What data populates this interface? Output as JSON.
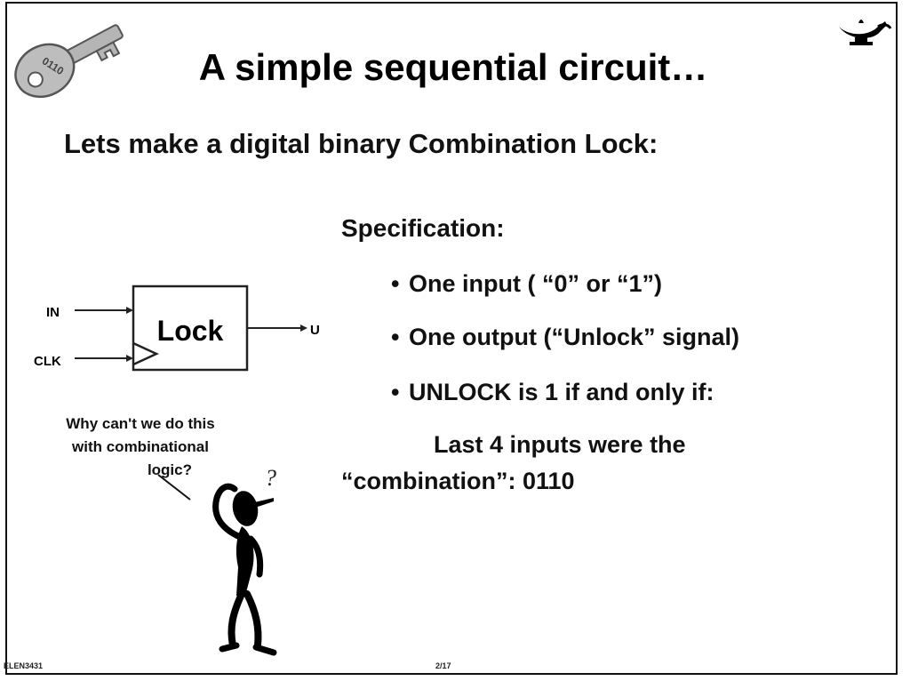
{
  "slide": {
    "title": "A simple sequential circuit…",
    "subtitle": "Lets make a digital binary Combination Lock:",
    "key_label": "0110",
    "specification": {
      "heading": "Specification:",
      "bullet_symbol": "•",
      "bullets": [
        "One input ( “0” or “1”)",
        "One output (“Unlock” signal)",
        "UNLOCK is 1 if and only if:"
      ],
      "condition_line1": "Last 4 inputs were the",
      "condition_line2": "“combination”: 0110"
    },
    "diagram": {
      "block_label": "Lock",
      "input_label": "IN",
      "clock_label": "CLK",
      "output_label": "U"
    },
    "thought": {
      "line1": "Why can't we do this",
      "line2": "with combinational",
      "line3": "logic?",
      "mark": "?"
    },
    "footer": {
      "course": "ELEN3431",
      "page": "2/17"
    }
  }
}
